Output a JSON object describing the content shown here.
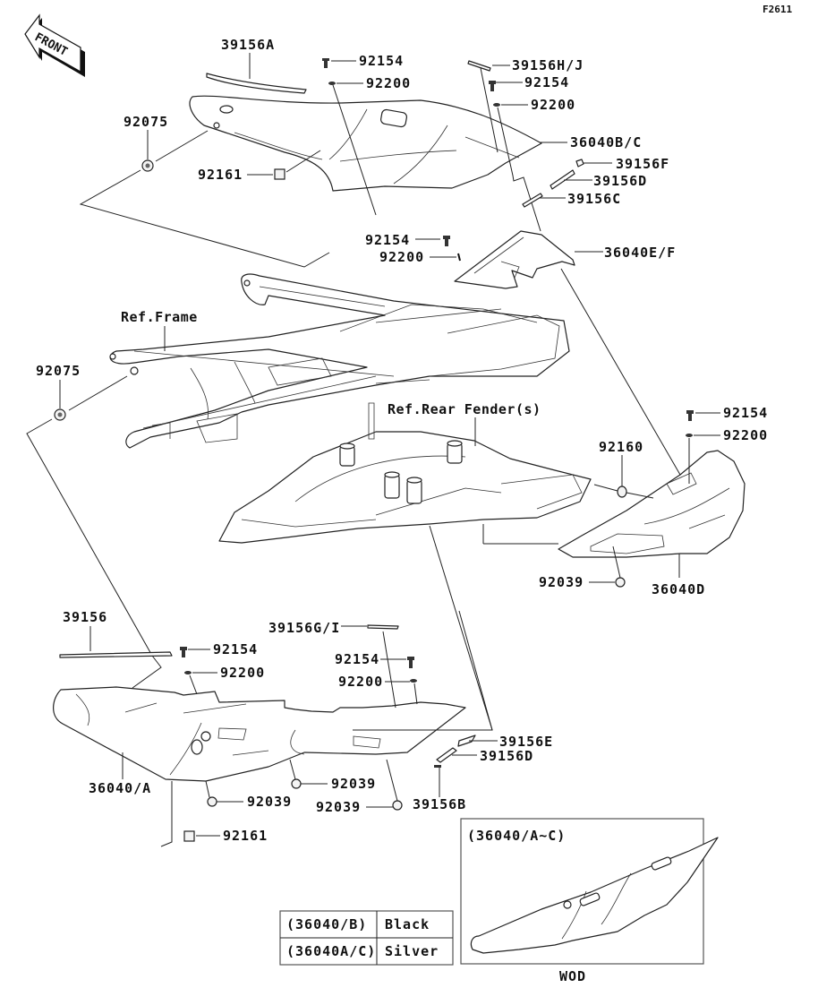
{
  "diagram": {
    "figure_code": "F2611",
    "orientation_marker": "FRONT",
    "reference_labels": {
      "frame": "Ref.Frame",
      "rear_fender": "Ref.Rear Fender(s)"
    },
    "part_labels": {
      "p39156A": "39156A",
      "p92154_top": "92154",
      "p92200_top": "92200",
      "p92075_top": "92075",
      "p92161_top": "92161",
      "p39156HJ": "39156H/J",
      "p92154_tr": "92154",
      "p92200_tr": "92200",
      "p36040BC": "36040B/C",
      "p39156F": "39156F",
      "p39156D_top": "39156D",
      "p39156C": "39156C",
      "p92154_mid": "92154",
      "p92200_mid": "92200",
      "p36040EF": "36040E/F",
      "p92075_mid": "92075",
      "p92154_r": "92154",
      "p92200_r": "92200",
      "p92160": "92160",
      "p92039_r": "92039",
      "p36040D": "36040D",
      "p39156": "39156",
      "p92154_bl": "92154",
      "p92200_bl": "92200",
      "p39156GI": "39156G/I",
      "p92154_br": "92154",
      "p92200_br": "92200",
      "p39156E": "39156E",
      "p39156D_bot": "39156D",
      "p36040A": "36040/A",
      "p92039_b1": "92039",
      "p92039_b2": "92039",
      "p92039_b3": "92039",
      "p39156B": "39156B",
      "p92161_bot": "92161"
    },
    "color_table": {
      "rows": [
        {
          "part": "(36040/B)",
          "color": "Black"
        },
        {
          "part": "(36040A/C)",
          "color": "Silver"
        }
      ]
    },
    "inset": {
      "title": "(36040/A~C)",
      "caption": "WOD"
    }
  }
}
